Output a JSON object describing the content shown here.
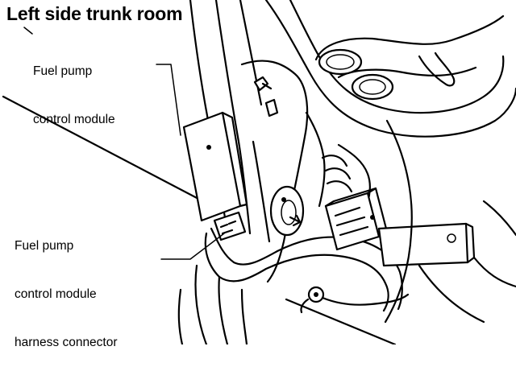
{
  "title": "Left side trunk room",
  "labels": {
    "module": {
      "line1": "Fuel pump",
      "line2": "control module"
    },
    "connector": {
      "line1": "Fuel pump",
      "line2": "control module",
      "line3": "harness connector"
    }
  }
}
